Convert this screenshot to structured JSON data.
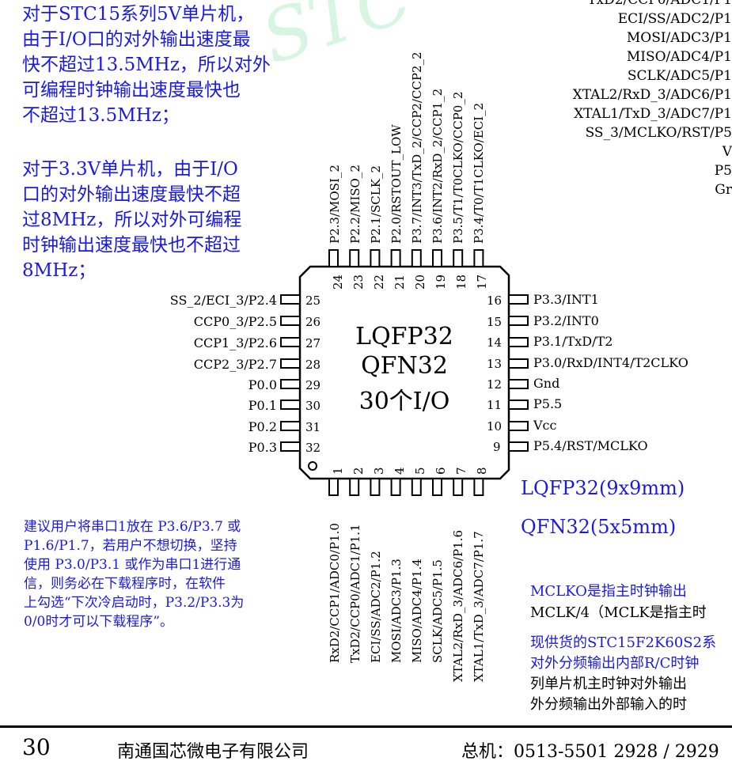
{
  "watermark": "STC",
  "top_right_pins": [
    "TxD2/CCP0/ADC1/P1",
    "ECI/SS/ADC2/P1",
    "MOSI/ADC3/P1",
    "MISO/ADC4/P1",
    "SCLK/ADC5/P1",
    "XTAL2/RxD_3/ADC6/P1",
    "XTAL1/TxD_3/ADC7/P1",
    "SS_3/MCLKO/RST/P5",
    "V",
    "P5",
    "Gr"
  ],
  "note_5v": [
    "对于STC15系列5V单片机，",
    "由于I/O口的对外输出速度最",
    "快不超过13.5MHz，所以对外",
    "可编程时钟输出速度最快也",
    "不超过13.5MHz；"
  ],
  "note_33v": [
    "对于3.3V单片机，由于I/O",
    "口的对外输出速度最快不超",
    "过8MHz，所以对外可编程",
    "时钟输出速度最快也不超过",
    "8MHz；"
  ],
  "note_uart": [
    "建议用户将串口1放在 P3.6/P3.7 或",
    "P1.6/P1.7，若用户不想切换，坚持",
    "使用 P3.0/P3.1 或作为串口1进行通",
    "信，则务必在下载程序时，在软件",
    "上勾选“下次冷启动时，P3.2/P3.3为",
    "0/0时才可以下载程序”。"
  ],
  "chip": {
    "line1": "LQFP32",
    "line2": "QFN32",
    "line3": "30个I/O"
  },
  "top_pins": [
    {
      "num": "24",
      "label": "P2.3/MOSI_2"
    },
    {
      "num": "23",
      "label": "P2.2/MISO_2"
    },
    {
      "num": "22",
      "label": "P2.1/SCLK_2"
    },
    {
      "num": "21",
      "label": "P2.0/RSTOUT_LOW"
    },
    {
      "num": "20",
      "label": "P3.7/INT3/TxD_2/CCP2/CCP2_2"
    },
    {
      "num": "19",
      "label": "P3.6/INT2/RxD_2/CCP1_2"
    },
    {
      "num": "18",
      "label": "P3.5/T1/T0CLKO/CCP0_2"
    },
    {
      "num": "17",
      "label": "P3.4/T0/T1CLKO/ECI_2"
    }
  ],
  "left_pins": [
    {
      "num": "25",
      "label": "SS_2/ECI_3/P2.4"
    },
    {
      "num": "26",
      "label": "CCP0_3/P2.5"
    },
    {
      "num": "27",
      "label": "CCP1_3/P2.6"
    },
    {
      "num": "28",
      "label": "CCP2_3/P2.7"
    },
    {
      "num": "29",
      "label": "P0.0"
    },
    {
      "num": "30",
      "label": "P0.1"
    },
    {
      "num": "31",
      "label": "P0.2"
    },
    {
      "num": "32",
      "label": "P0.3"
    }
  ],
  "right_pins": [
    {
      "num": "16",
      "label": "P3.3/INT1"
    },
    {
      "num": "15",
      "label": "P3.2/INT0"
    },
    {
      "num": "14",
      "label": "P3.1/TxD/T2"
    },
    {
      "num": "13",
      "label": "P3.0/RxD/INT4/T2CLKO"
    },
    {
      "num": "12",
      "label": "Gnd"
    },
    {
      "num": "11",
      "label": "P5.5"
    },
    {
      "num": "10",
      "label": "Vcc"
    },
    {
      "num": "9",
      "label": "P5.4/RST/MCLKO"
    }
  ],
  "bottom_pins": [
    {
      "num": "1",
      "label": "RxD2/CCP1/ADC0/P1.0"
    },
    {
      "num": "2",
      "label": "TxD2/CCP0/ADC1/P1.1"
    },
    {
      "num": "3",
      "label": "ECI/SS/ADC2/P1.2"
    },
    {
      "num": "4",
      "label": "MOSI/ADC3/P1.3"
    },
    {
      "num": "5",
      "label": "MISO/ADC4/P1.4"
    },
    {
      "num": "6",
      "label": "SCLK/ADC5/P1.5"
    },
    {
      "num": "7",
      "label": "XTAL2/RxD_3/ADC6/P1.6"
    },
    {
      "num": "8",
      "label": "XTAL1/TxD_3/ADC7/P1.7"
    }
  ],
  "package_1": "LQFP32(9x9mm)",
  "package_2": "QFN32(5x5mm)",
  "mclko_note": [
    "MCLKO是指主时钟输出",
    "MCLK/4（MCLK是指主时"
  ],
  "supply_note": [
    "现供货的STC15F2K60S2系",
    "对外分频输出内部R/C时钟",
    "列单片机主时钟对外输出",
    "外分频输出外部输入的时"
  ],
  "footer": {
    "page": "30",
    "company": "南通国芯微电子有限公司",
    "phone": "总机：0513-5501 2928 / 2929"
  },
  "colors": {
    "blue_text": "#1a1ae6",
    "watermark": "#2ecc71"
  }
}
